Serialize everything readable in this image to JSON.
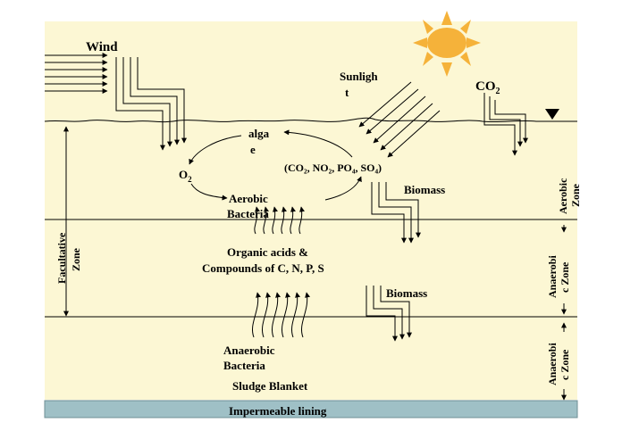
{
  "labels": {
    "wind": "Wind",
    "sunlight_1": "Sunligh",
    "sunlight_2": "t",
    "co2_main": "CO",
    "co2_sub": "2",
    "algae_1": "alga",
    "algae_2": "e",
    "o2_main": "O",
    "o2_sub": "2",
    "aerobic_bacteria_1": "Aerobic",
    "aerobic_bacteria_2": "Bacteria",
    "nutrients": "(CO₂, NO₂, PO₄, SO₄)",
    "biomass_upper": "Biomass",
    "organic_1": "Organic acids &",
    "organic_2": "Compounds of C, N, P, S",
    "biomass_lower": "Biomass",
    "anaerobic_bacteria_1": "Anaerobic",
    "anaerobic_bacteria_2": "Bacteria",
    "sludge": "Sludge Blanket",
    "lining": "Impermeable lining"
  },
  "zones": {
    "facultative_1": "Facultative",
    "facultative_2": "Zone",
    "aerobic_1": "Aerobic",
    "aerobic_2": "Zone",
    "anaerobic_mid_1": "Anaerobi",
    "anaerobic_mid_2": "c Zone",
    "anaerobic_bot_1": "Anaerobi",
    "anaerobic_bot_2": "c Zone"
  },
  "colors": {
    "background": "#fcf7d4",
    "sun": "#f5b23a",
    "lining": "#9fc0c6",
    "lines": "#000000"
  }
}
